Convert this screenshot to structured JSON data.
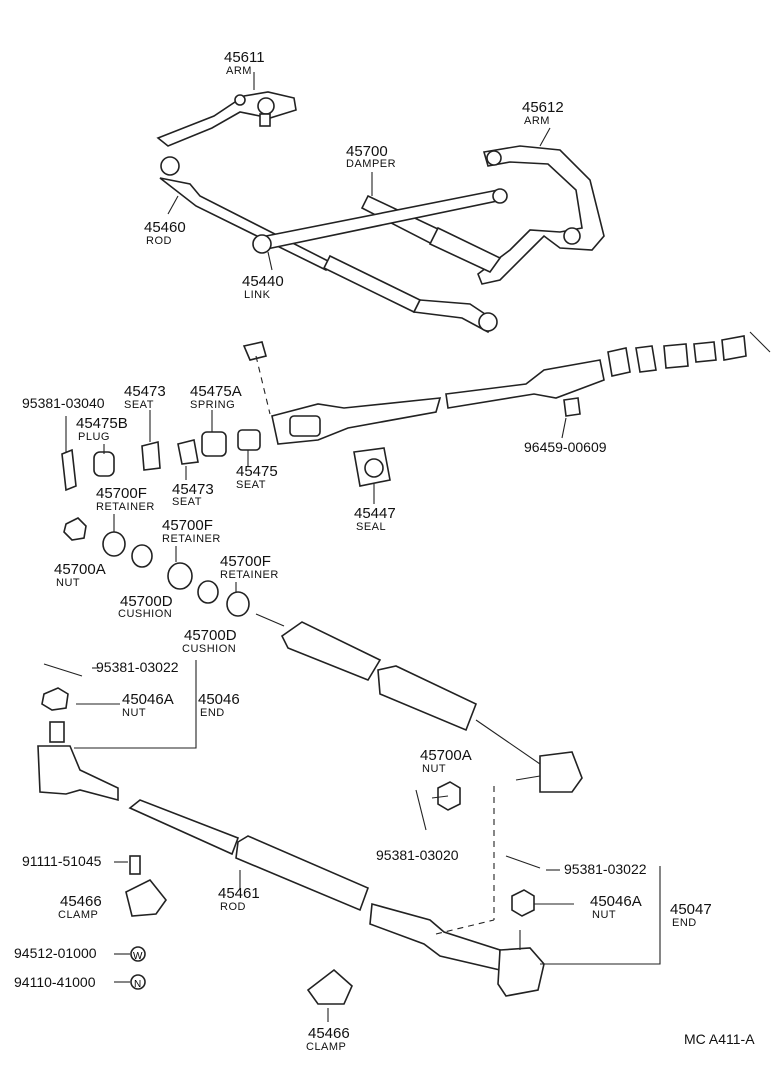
{
  "callouts": {
    "c45611": {
      "num": "45611",
      "name": "ARM"
    },
    "c45612": {
      "num": "45612",
      "name": "ARM"
    },
    "c45700_damper": {
      "num": "45700",
      "name": "DAMPER"
    },
    "c45460": {
      "num": "45460",
      "name": "ROD"
    },
    "c45440": {
      "num": "45440",
      "name": "LINK"
    },
    "c95381_03040": {
      "num": "95381-03040"
    },
    "c45475B": {
      "num": "45475B",
      "name": "PLUG"
    },
    "c45473_top": {
      "num": "45473",
      "name": "SEAT"
    },
    "c45475A": {
      "num": "45475A",
      "name": "SPRING"
    },
    "c45473_bottom": {
      "num": "45473",
      "name": "SEAT"
    },
    "c45475": {
      "num": "45475",
      "name": "SEAT"
    },
    "c96459_00609": {
      "num": "96459-00609"
    },
    "c45447": {
      "num": "45447",
      "name": "SEAL"
    },
    "c45700F_1": {
      "num": "45700F",
      "name": "RETAINER"
    },
    "c45700F_2": {
      "num": "45700F",
      "name": "RETAINER"
    },
    "c45700F_3": {
      "num": "45700F",
      "name": "RETAINER"
    },
    "c45700A_left": {
      "num": "45700A",
      "name": "NUT"
    },
    "c45700D_1": {
      "num": "45700D",
      "name": "CUSHION"
    },
    "c45700D_2": {
      "num": "45700D",
      "name": "CUSHION"
    },
    "c95381_03022_left": {
      "num": "95381-03022"
    },
    "c45046A_left": {
      "num": "45046A",
      "name": "NUT"
    },
    "c45046": {
      "num": "45046",
      "name": "END"
    },
    "c45700A_mid": {
      "num": "45700A",
      "name": "NUT"
    },
    "c95381_03020": {
      "num": "95381-03020"
    },
    "c95381_03022_right": {
      "num": "95381-03022"
    },
    "c45046A_right": {
      "num": "45046A",
      "name": "NUT"
    },
    "c45047": {
      "num": "45047",
      "name": "END"
    },
    "c91111_51045": {
      "num": "91111-51045"
    },
    "c45466_left": {
      "num": "45466",
      "name": "CLAMP"
    },
    "c45461": {
      "num": "45461",
      "name": "ROD"
    },
    "c94512_01000": {
      "num": "94512-01000",
      "symbol": "W"
    },
    "c94110_41000": {
      "num": "94110-41000",
      "symbol": "N"
    },
    "c45466_bottom": {
      "num": "45466",
      "name": "CLAMP"
    }
  },
  "footer": {
    "code": "MC  A411-A"
  },
  "colors": {
    "ink": "#1a1a1a",
    "paper": "#ffffff"
  }
}
